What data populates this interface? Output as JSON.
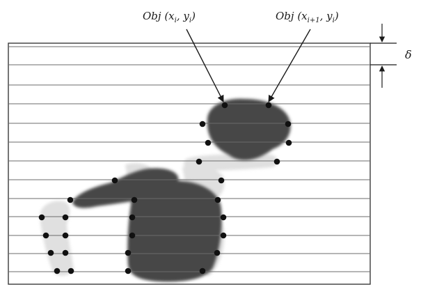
{
  "annotations": {
    "left_label": {
      "prefix": "Obj (x",
      "sub": "i",
      "mid": ",  y",
      "sub2": "i",
      "suffix": ")"
    },
    "right_label": {
      "prefix": "Obj (x",
      "sub": "i+1",
      "mid": ",  y",
      "sub2": "i",
      "suffix": ")"
    },
    "spacing_symbol": "δ"
  },
  "colors": {
    "scan_line": "#6b6b6b",
    "frame": "#3a3a3a",
    "dark_object": "#4a4a4a",
    "light_object": "#e2e2e2",
    "point": "#111111"
  }
}
